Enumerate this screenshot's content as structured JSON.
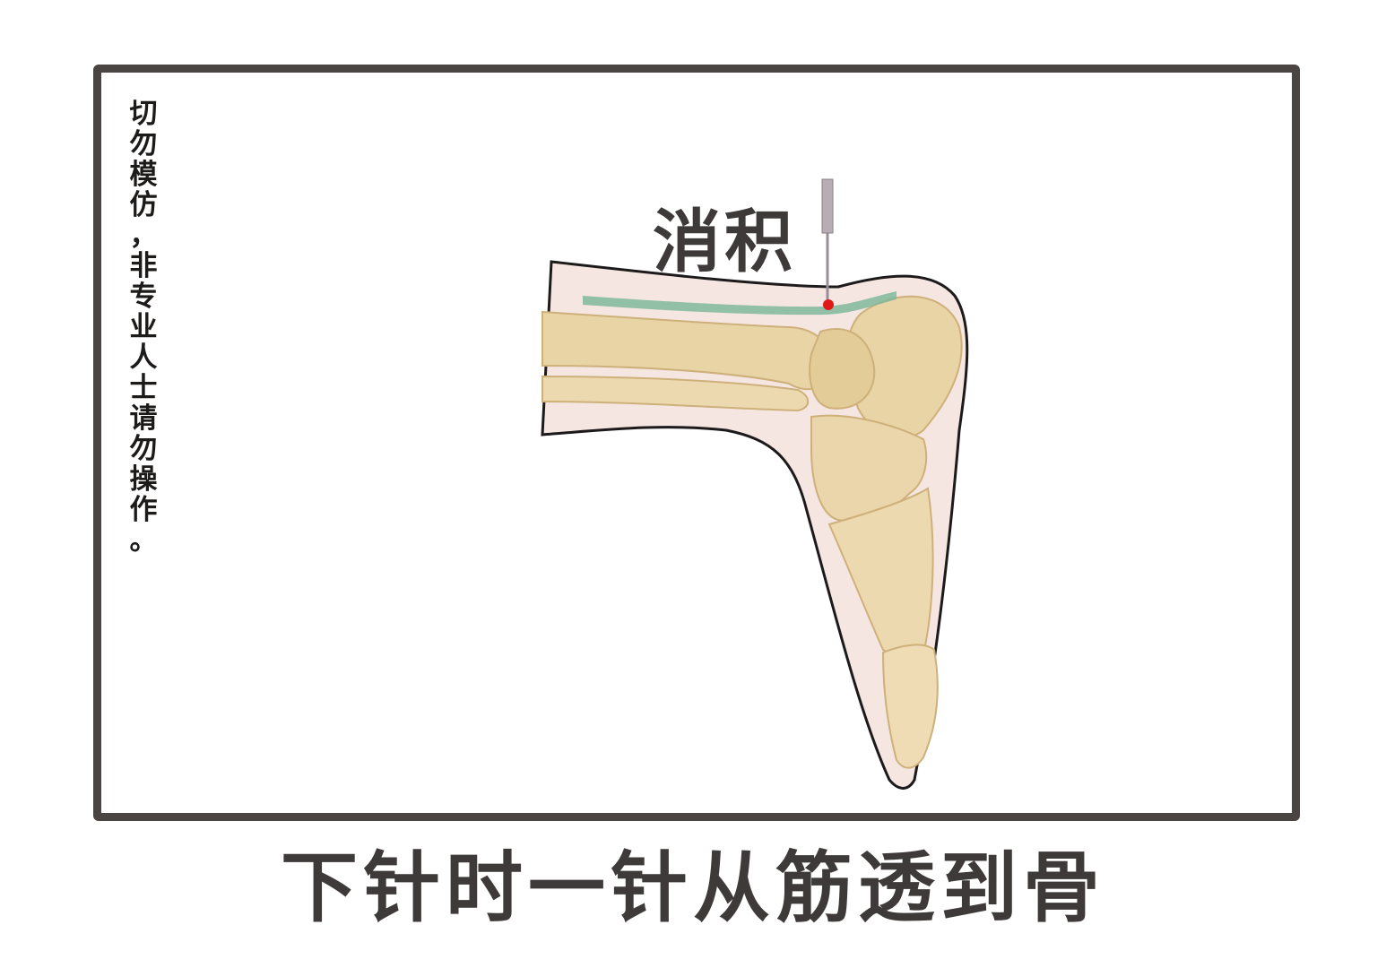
{
  "warning_text": "切勿模仿，非专业人士请勿操作。",
  "point_label": "消积",
  "caption": "下针时一针从筋透到骨",
  "colors": {
    "frame": "#4a4442",
    "bone": "#e9d4a6",
    "bone_shadow": "#cdb07a",
    "skin": "#f3dcd6",
    "tendon": "#7fb89b",
    "acupoint": "#e01818",
    "needle": "#9a8f96",
    "text": "#3e3a3a"
  },
  "icons": [
    "foot-skeleton-illustration",
    "acupuncture-needle-icon",
    "acupoint-dot-icon"
  ]
}
